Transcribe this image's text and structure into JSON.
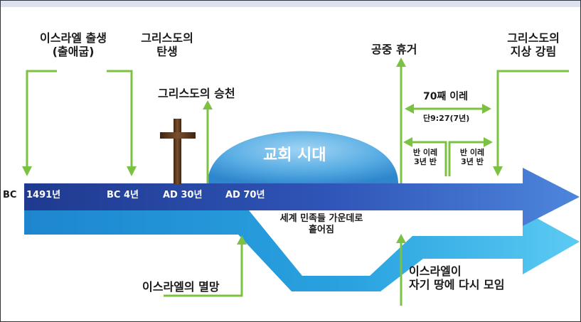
{
  "labels": {
    "israel_birth": {
      "line1": "이스라엘 출생",
      "line2": "(출애굽)"
    },
    "christ_birth": {
      "line1": "그리스도의",
      "line2": "탄생"
    },
    "ascension": "그리스도의 승천",
    "church_age": "교회 시대",
    "rapture": "공중 휴거",
    "second_coming": {
      "line1": "그리스도의",
      "line2": "지상 강림"
    },
    "seventy_week": "70째 이레",
    "daniel_ref": "단9:27(7년)",
    "half_week_left": {
      "line1": "반 이레",
      "line2": "3년 반"
    },
    "half_week_right": {
      "line1": "반 이레",
      "line2": "3년 반"
    },
    "dispersion": {
      "line1": "세계 민족들 가운데로",
      "line2": "흩어짐"
    },
    "israel_destruction": "이스라엘의 멸망",
    "israel_regathering": {
      "line1": "이스라엘이",
      "line2": "자기 땅에 다시 모임"
    }
  },
  "timeline": {
    "bc1491_prefix": "BC",
    "bc1491": "1491년",
    "bc4": "BC 4년",
    "ad30": "AD 30년",
    "ad70": "AD 70년"
  },
  "colors": {
    "pointer_green": "#7cc242",
    "top_arrow": "#2c4aa8",
    "bottom_arrow": "#2aa3e0",
    "church_dome": "#4ea8e0",
    "cross": "#5c3a22"
  }
}
